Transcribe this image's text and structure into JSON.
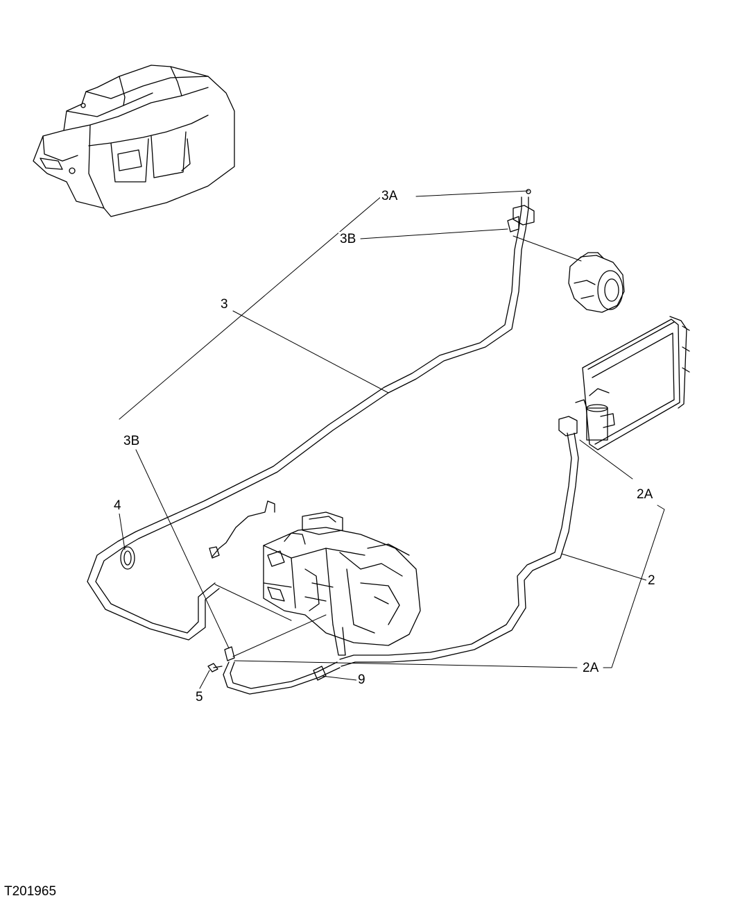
{
  "figure": {
    "id": "T201965",
    "line_color": "#000000",
    "background": "#ffffff"
  },
  "callouts": {
    "c3A": "3A",
    "c3B_top": "3B",
    "c3": "3",
    "c3B_left": "3B",
    "c4": "4",
    "c2A_upper": "2A",
    "c2": "2",
    "c2A_lower": "2A",
    "c5": "5",
    "c9": "9"
  },
  "components": {
    "machine_overview": "machine-overview-icon",
    "compressor": "ac-compressor-icon",
    "condenser": "condenser-icon",
    "hvac_unit": "hvac-unit-icon",
    "hose_3": "discharge-hose",
    "hose_2": "liquid-line-hose",
    "hose_9": "drain-hose"
  }
}
